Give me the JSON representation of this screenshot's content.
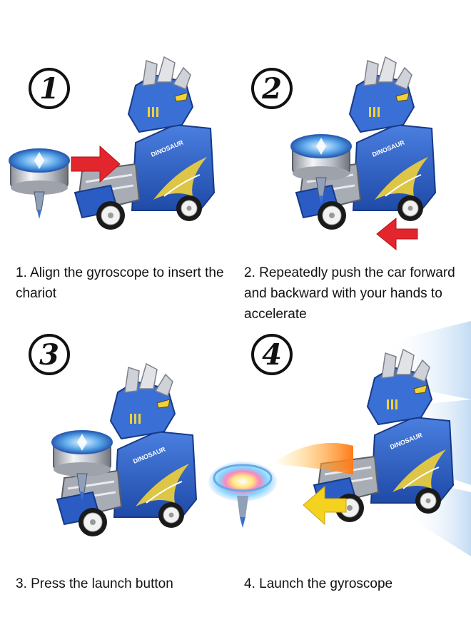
{
  "steps": [
    {
      "number": "1",
      "caption": "1. Align the gyroscope to insert the chariot"
    },
    {
      "number": "2",
      "caption": "2. Repeatedly push the car forward and backward with your hands to accelerate"
    },
    {
      "number": "3",
      "caption": "3. Press the launch button"
    },
    {
      "number": "4",
      "caption": "4. Launch the gyroscope"
    }
  ],
  "car_label": "DINOSAUR",
  "colors": {
    "car_blue": "#2f62c9",
    "car_dark_blue": "#1b3f8f",
    "silver": "#c9ccd2",
    "arrow_red": "#e3262d",
    "arrow_yellow": "#f4d21f",
    "trail_blue": "#cfe3f7"
  }
}
